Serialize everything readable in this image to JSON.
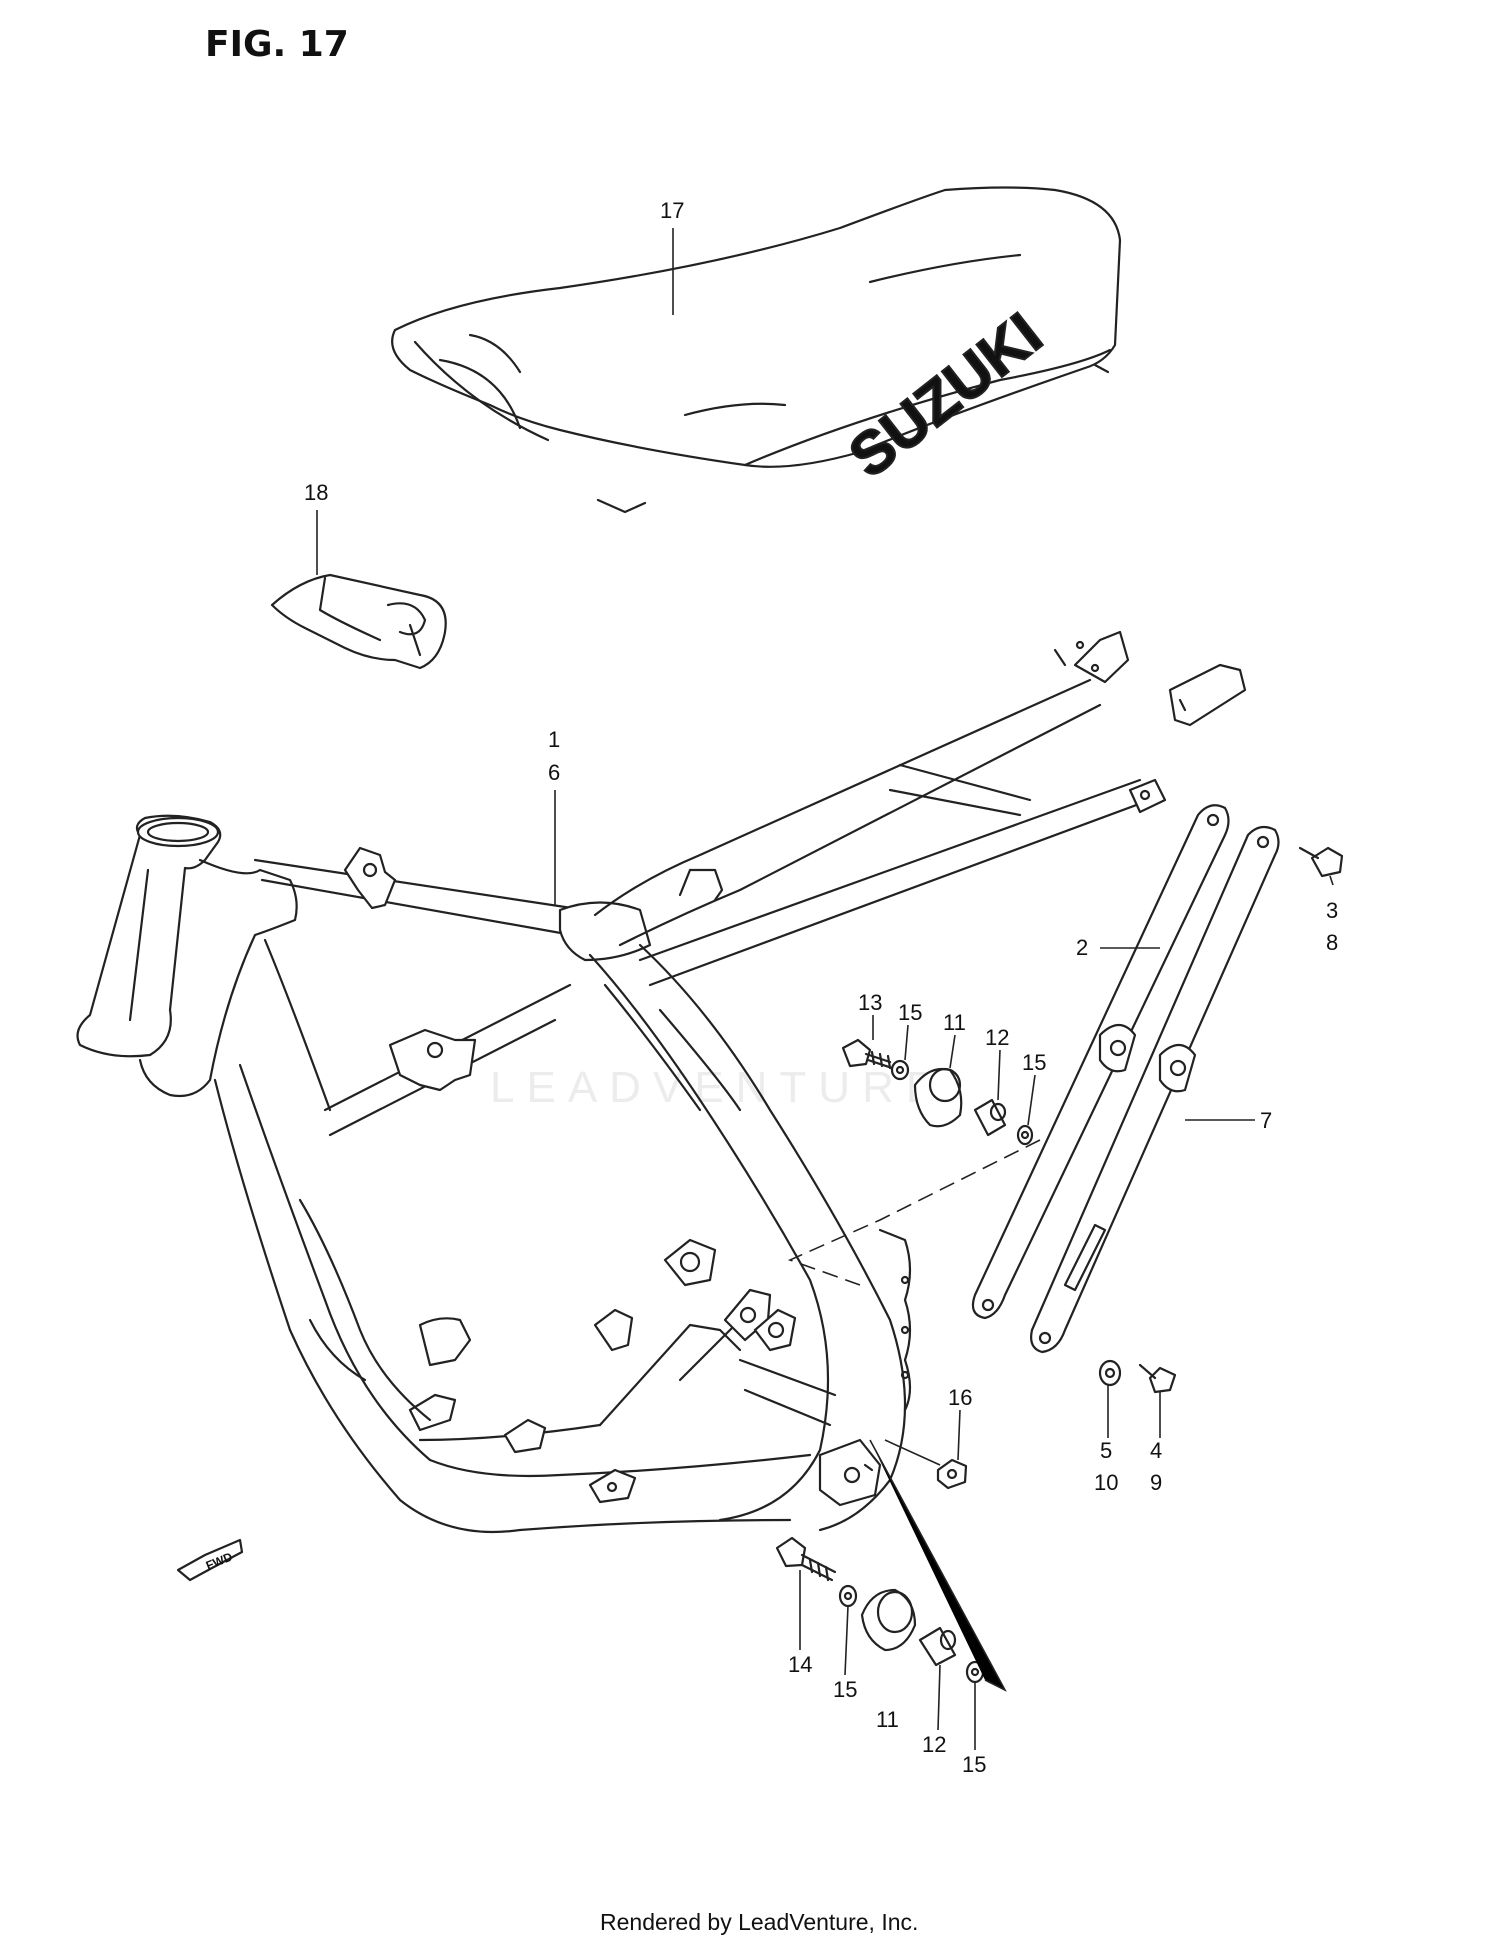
{
  "figure": {
    "title": "FIG. 17"
  },
  "watermark": {
    "text": "LEADVENTURE"
  },
  "footer": {
    "text": "Rendered by LeadVenture, Inc."
  },
  "seat": {
    "brand_text": "SUZUKI"
  },
  "direction_indicator": {
    "label": "FWD"
  },
  "callouts": {
    "c17": "17",
    "c18": "18",
    "c1": "1",
    "c6": "6",
    "c2": "2",
    "c7": "7",
    "c3": "3",
    "c8": "8",
    "c13": "13",
    "c15a": "15",
    "c11a": "11",
    "c12a": "12",
    "c15b": "15",
    "c16": "16",
    "c5": "5",
    "c10": "10",
    "c4": "4",
    "c9": "9",
    "c14": "14",
    "c15c": "15",
    "c11b": "11",
    "c12b": "12",
    "c15d": "15"
  }
}
